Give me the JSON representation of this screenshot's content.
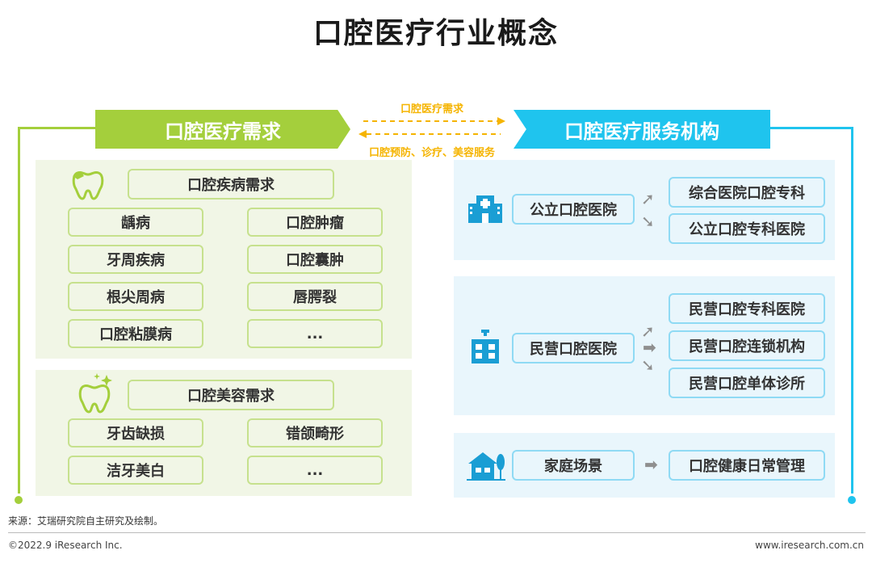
{
  "title": "口腔医疗行业概念",
  "left": {
    "header": "口腔医疗需求",
    "disease": {
      "header": "口腔疾病需求",
      "items": [
        "龋病",
        "口腔肿瘤",
        "牙周疾病",
        "口腔囊肿",
        "根尖周病",
        "唇腭裂",
        "口腔粘膜病",
        "..."
      ]
    },
    "beauty": {
      "header": "口腔美容需求",
      "items": [
        "牙齿缺损",
        "错颌畸形",
        "洁牙美白",
        "..."
      ]
    }
  },
  "middle": {
    "top_label": "口腔医疗需求",
    "bottom_label": "口腔预防、诊疗、美容服务"
  },
  "right": {
    "header": "口腔医疗服务机构",
    "public": {
      "label": "公立口腔医院",
      "items": [
        "综合医院口腔专科",
        "公立口腔专科医院"
      ]
    },
    "private": {
      "label": "民营口腔医院",
      "items": [
        "民营口腔专科医院",
        "民营口腔连锁机构",
        "民营口腔单体诊所"
      ]
    },
    "home": {
      "label": "家庭场景",
      "items": [
        "口腔健康日常管理"
      ]
    }
  },
  "colors": {
    "green": "#a4cf3c",
    "blue": "#1fc4ee",
    "orange": "#f5b400"
  },
  "footer": {
    "source": "来源：艾瑞研究院自主研究及绘制。",
    "copyright": "©2022.9 iResearch Inc.",
    "website": "www.iresearch.com.cn"
  }
}
